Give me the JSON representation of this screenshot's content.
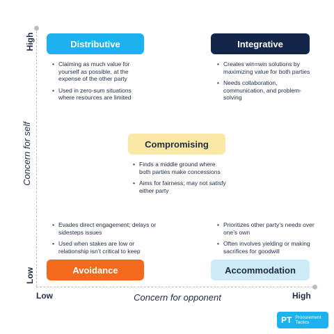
{
  "axes": {
    "y_high": "High",
    "y_low": "Low",
    "y_title": "Concern for self",
    "x_low": "Low",
    "x_high": "High",
    "x_title": "Concern for opponent"
  },
  "styles": {
    "distributive": {
      "label": "Distributive",
      "color": "#1cb2ef",
      "bullets": [
        "Claiming as much value for yourself as possible, at the expense of the other party",
        "Used in zero-sum situations where resources are limited"
      ]
    },
    "integrative": {
      "label": "Integrative",
      "color": "#13264a",
      "bullets": [
        "Creates win=win solutions by maximizing value for both parties",
        "Needs collaboration, communication, and problem-solving"
      ]
    },
    "compromising": {
      "label": "Compromising",
      "color": "#fbe7a6",
      "bullets": [
        "Finds a middle ground where both parties make concessions",
        "Aims for fairness; may not satisfy either party"
      ]
    },
    "avoidance": {
      "label": "Avoidance",
      "color": "#f46a1d",
      "bullets": [
        "Evades direct engagement; delays or sidesteps issues",
        "Used when stakes are low or relationship isn’t critical to keep"
      ]
    },
    "accommodation": {
      "label": "Accommodation",
      "color": "#cdeaf7",
      "bullets": [
        "Prioritizes other party’s needs over one’s own",
        "Often involves yielding or making sacrifices for goodwill"
      ]
    }
  },
  "logo": {
    "mark": "PT",
    "line1": "Procurement",
    "line2": "Tactics"
  }
}
